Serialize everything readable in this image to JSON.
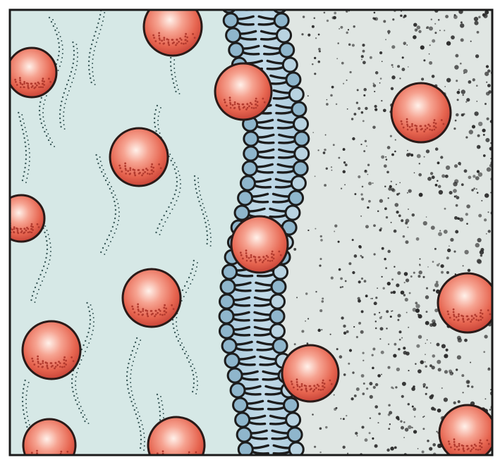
{
  "figure": {
    "caption": "",
    "labels": []
  },
  "regions": [
    {
      "id": "left-medium",
      "color": "#d6e8e6"
    },
    {
      "id": "membrane",
      "color": "#a9cbe0"
    },
    {
      "id": "right-medium",
      "color": "#e0e6e3"
    }
  ],
  "colors": {
    "frame": "#1a1a1a",
    "head_fill": "#8fb6cc",
    "head_fill_light": "#b9d3e1",
    "tail": "#1c1c1c",
    "sphere_main": "#e8705d",
    "sphere_dark": "#b23a2e",
    "sphere_highlight": "#fde3d8",
    "particle": "#2a2a2a"
  },
  "icons": {
    "sphere": "red-sphere-icon",
    "lipid": "phospholipid-icon"
  }
}
